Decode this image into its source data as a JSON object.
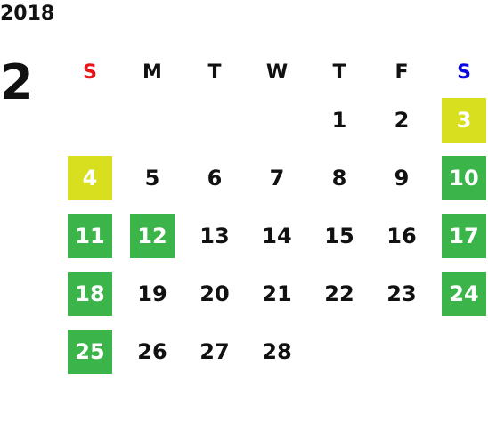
{
  "year": "2018",
  "month": "2",
  "weekdays": [
    "S",
    "M",
    "T",
    "W",
    "T",
    "F",
    "S"
  ],
  "weekday_colors": [
    "#e8141a",
    "#111111",
    "#111111",
    "#111111",
    "#111111",
    "#111111",
    "#0a0ae0"
  ],
  "colors": {
    "green": "#3bb54a",
    "yellow": "#d8df1f"
  },
  "weeks": [
    [
      null,
      null,
      null,
      null,
      {
        "day": "1"
      },
      {
        "day": "2"
      },
      {
        "day": "3",
        "hl": "yellow"
      }
    ],
    [
      {
        "day": "4",
        "hl": "yellow"
      },
      {
        "day": "5"
      },
      {
        "day": "6"
      },
      {
        "day": "7"
      },
      {
        "day": "8"
      },
      {
        "day": "9"
      },
      {
        "day": "10",
        "hl": "green"
      }
    ],
    [
      {
        "day": "11",
        "hl": "green"
      },
      {
        "day": "12",
        "hl": "green"
      },
      {
        "day": "13"
      },
      {
        "day": "14"
      },
      {
        "day": "15"
      },
      {
        "day": "16"
      },
      {
        "day": "17",
        "hl": "green"
      }
    ],
    [
      {
        "day": "18",
        "hl": "green"
      },
      {
        "day": "19"
      },
      {
        "day": "20"
      },
      {
        "day": "21"
      },
      {
        "day": "22"
      },
      {
        "day": "23"
      },
      {
        "day": "24",
        "hl": "green"
      }
    ],
    [
      {
        "day": "25",
        "hl": "green"
      },
      {
        "day": "26"
      },
      {
        "day": "27"
      },
      {
        "day": "28"
      },
      null,
      null,
      null
    ]
  ]
}
